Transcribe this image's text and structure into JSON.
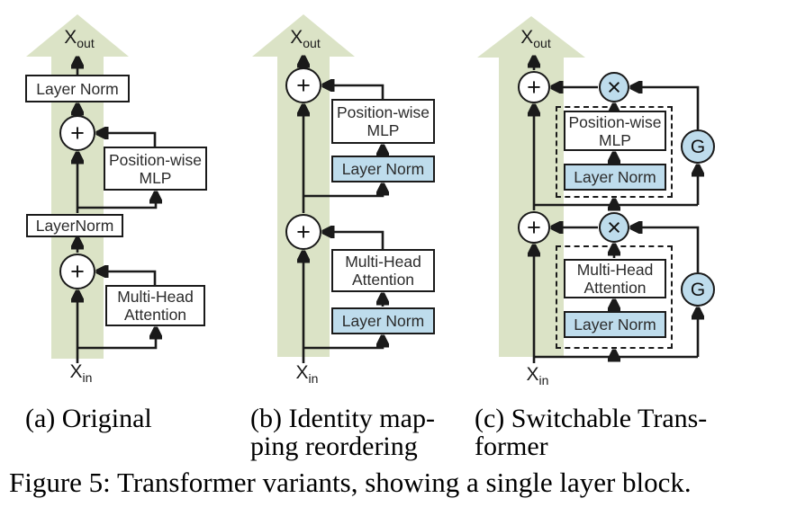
{
  "figure": {
    "caption": "Figure 5: Transformer variants, showing a single layer block.",
    "subcaptions": {
      "a": [
        "(a) Original"
      ],
      "b": [
        "(b) Identity map-",
        "ping reordering"
      ],
      "c": [
        "(c) Switchable Trans-",
        "former"
      ]
    }
  },
  "labels": {
    "x_base": "X",
    "x_out_sub": "out",
    "x_in_sub": "in",
    "layer_norm": "Layer Norm",
    "layer_norm_compact": "LayerNorm",
    "position_wise": "Position-wise",
    "mlp": "MLP",
    "multi_head": "Multi-Head",
    "attention": "Attention"
  },
  "operators": {
    "add": "+",
    "multiply": "×",
    "gate": "G"
  },
  "colors": {
    "residual_arrow_green": "#dbe3c6",
    "highlight_blue": "#bedcec",
    "line": "#1a1a1a"
  }
}
